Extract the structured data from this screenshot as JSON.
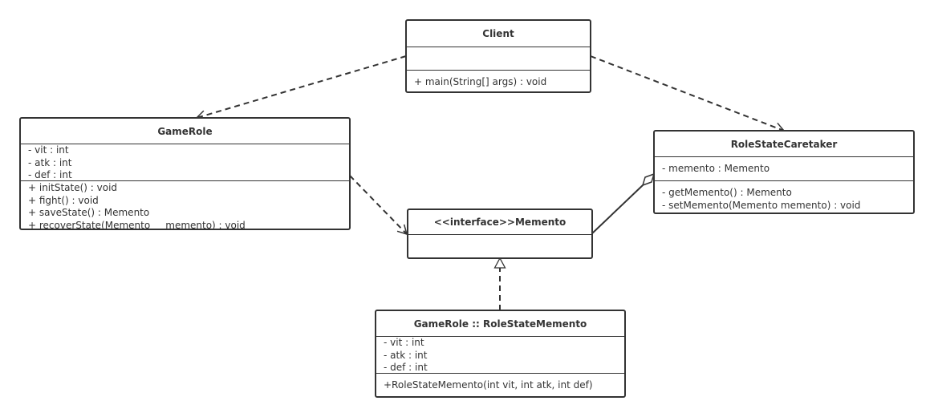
{
  "diagram": {
    "classes": {
      "client": {
        "name": "Client",
        "attributes": [],
        "operations": [
          "+ main(String[] args) : void"
        ]
      },
      "game_role": {
        "name": "GameRole",
        "attributes": [
          "- vit : int",
          "- atk : int",
          "- def : int"
        ],
        "operations": [
          "+ initState() : void",
          "+ fight() : void",
          "+ saveState() : Memento",
          "+ recoverState(Memento     memento) : void"
        ]
      },
      "memento": {
        "name": "<<interface>>Memento",
        "attributes": [],
        "operations": []
      },
      "caretaker": {
        "name": "RoleStateCaretaker",
        "attributes": [
          "- memento : Memento"
        ],
        "operations": [
          "- getMemento() : Memento",
          "- setMemento(Memento memento) : void"
        ]
      },
      "role_state_memento": {
        "name": "GameRole :: RoleStateMemento",
        "attributes": [
          "- vit : int",
          "- atk : int",
          "- def : int"
        ],
        "operations": [
          "+RoleStateMemento(int vit, int atk, int def)"
        ]
      }
    },
    "relationships": [
      {
        "from": "client",
        "to": "game_role",
        "kind": "dependency"
      },
      {
        "from": "client",
        "to": "caretaker",
        "kind": "dependency"
      },
      {
        "from": "game_role",
        "to": "memento",
        "kind": "dependency"
      },
      {
        "from": "caretaker",
        "to": "memento",
        "kind": "aggregation"
      },
      {
        "from": "role_state_memento",
        "to": "memento",
        "kind": "realization"
      }
    ],
    "colors": {
      "stroke": "#333333",
      "background": "#ffffff"
    }
  }
}
